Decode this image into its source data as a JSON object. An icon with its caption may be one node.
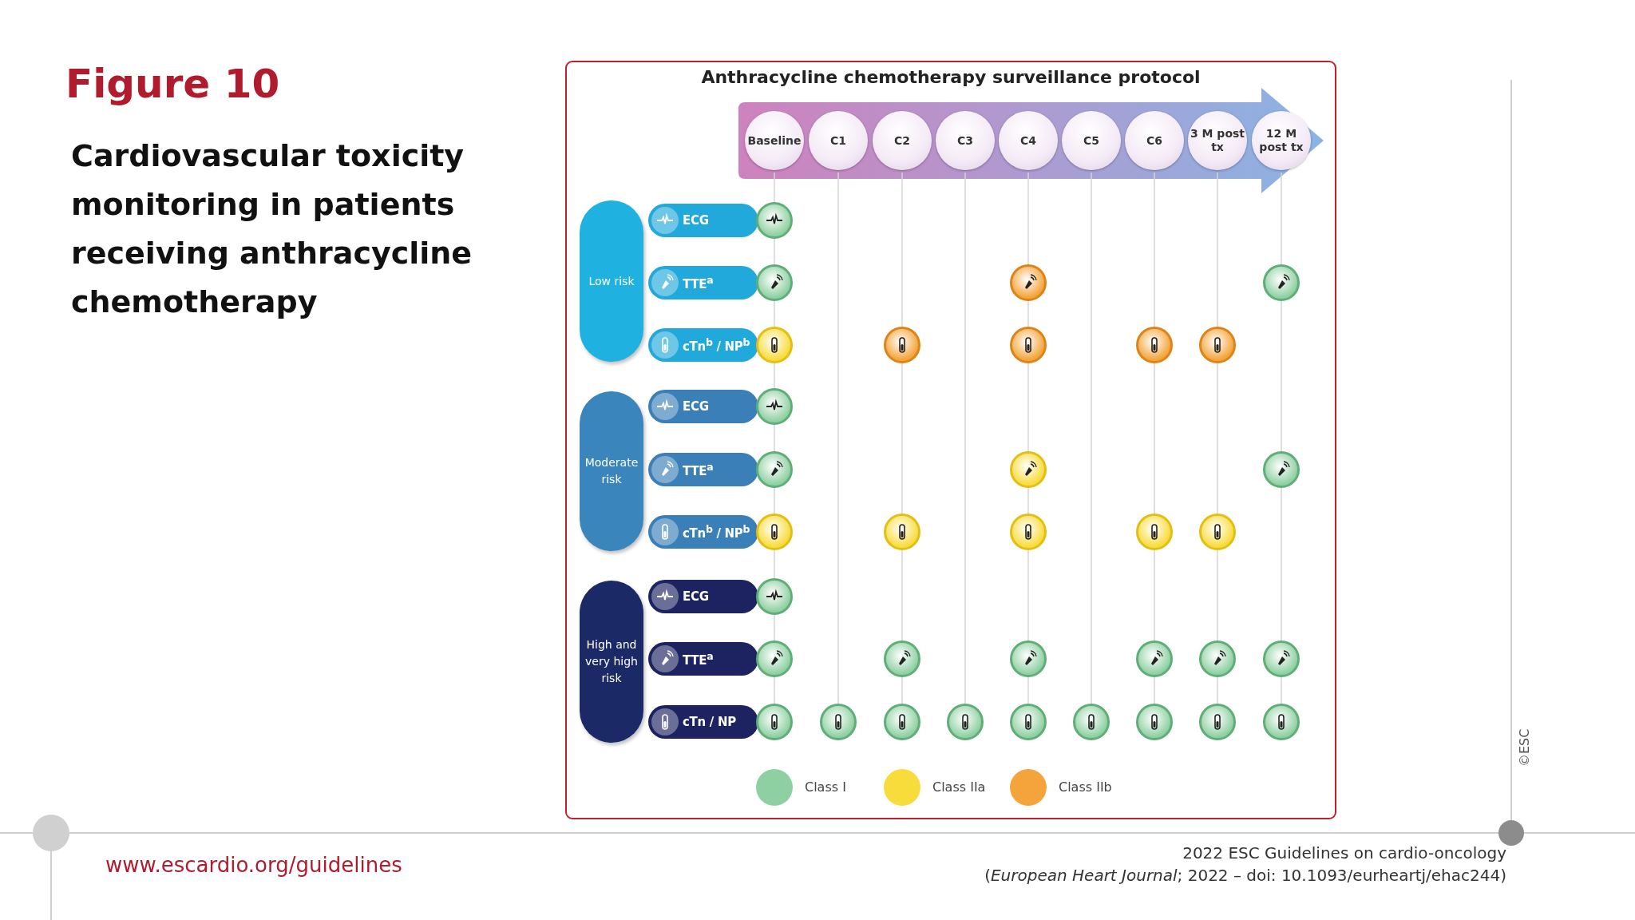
{
  "diagram": {
    "title": "Anthracycline chemotherapy surveillance protocol",
    "nodes": [
      {
        "text": [
          "Baseline"
        ]
      },
      {
        "text": [
          "C1"
        ]
      },
      {
        "text": [
          "C2"
        ]
      },
      {
        "text": [
          "C3"
        ]
      },
      {
        "text": [
          "C4"
        ]
      },
      {
        "text": [
          "C5"
        ]
      },
      {
        "text": [
          "C6"
        ]
      },
      {
        "text": [
          "3 M post tx"
        ]
      },
      {
        "text": [
          "12 M post tx"
        ]
      },
      {
        "text": [
          "Low risk"
        ]
      },
      {
        "text": [
          "ECG"
        ]
      },
      {
        "text": [
          "TTE$^{a}$"
        ]
      },
      {
        "text": [
          "cTn$^{b}$ / NP$^{b}$"
        ]
      },
      {
        "text": [],
        "shape": "circle"
      },
      {
        "text": [],
        "shape": "circle"
      },
      {
        "text": [],
        "shape": "circle"
      },
      {
        "text": [],
        "shape": "circle"
      },
      {
        "text": [],
        "shape": "circle"
      },
      {
        "text": [],
        "shape": "circle"
      },
      {
        "text": [],
        "shape": "circle"
      },
      {
        "text": [],
        "shape": "circle"
      },
      {
        "text": [],
        "shape": "circle"
      },
      {
        "text": [
          "Moderate risk"
        ]
      },
      {
        "text": [
          "ECG"
        ]
      },
      {
        "text": [
          "TTE$^{a}$"
        ]
      },
      {
        "text": [
          "cTn$^{b}$ / NP$^{b}$"
        ]
      },
      {
        "text": [],
        "shape": "circle"
      },
      {
        "text": [],
        "shape": "circle"
      },
      {
        "text": [],
        "shape": "circle"
      },
      {
        "text": [],
        "shape": "circle"
      },
      {
        "text": [],
        "shape": "circle"
      },
      {
        "text": [],
        "shape": "circle"
      },
      {
        "text": [],
        "shape": "circle"
      },
      {
        "text": [],
        "shape": "circle"
      },
      {
        "text": [],
        "shape": "circle"
      },
      {
        "text": [
          "High and very high risk"
        ]
      },
      {
        "text": [
          "ECG"
        ]
      },
      {
        "text": [
          "TTE$^{a}$"
        ]
      },
      {
        "text": [
          "cTn / NP"
        ]
      },
      {
        "text": [],
        "shape": "circle"
      },
      {
        "text": [],
        "shape": "circle"
      },
      {
        "text": [],
        "shape": "circle"
      },
      {
        "text": [],
        "shape": "circle"
      },
      {
        "text": [],
        "shape": "circle"
      },
      {
        "text": [],
        "shape": "circle"
      },
      {
        "text": [],
        "shape": "circle"
      },
      {
        "text": [],
        "shape": "circle"
      },
      {
        "text": [],
        "shape": "circle"
      },
      {
        "text": [],
        "shape": "circle"
      },
      {
        "text": [],
        "shape": "circle"
      },
      {
        "text": [],
        "shape": "circle"
      },
      {
        "text": [],
        "shape": "circle"
      },
      {
        "text": [],
        "shape": "circle"
      },
      {
        "text": [],
        "shape": "circle"
      },
      {
        "text": [],
        "shape": "circle"
      }
    ],
    "labels": [
      "Figure 10",
      "Cardiovascular toxicity monitoring in patients receiving anthracycline chemotherapy",
      "©ESC",
      "www.escardio.org/guidelines",
      "2022 ESC Guidelines on cardio-oncology",
      "(*European Heart Journal*; 2022 – doi: 10.1093/eurheartj/ehac244)"
    ],
    "legend": [
      {
        "text": "Class I",
        "color": "#8fd0a2"
      },
      {
        "text": "Class IIa",
        "color": "#f8dc3c"
      },
      {
        "text": "Class IIb",
        "color": "#f4a43a"
      }
    ]
  }
}
